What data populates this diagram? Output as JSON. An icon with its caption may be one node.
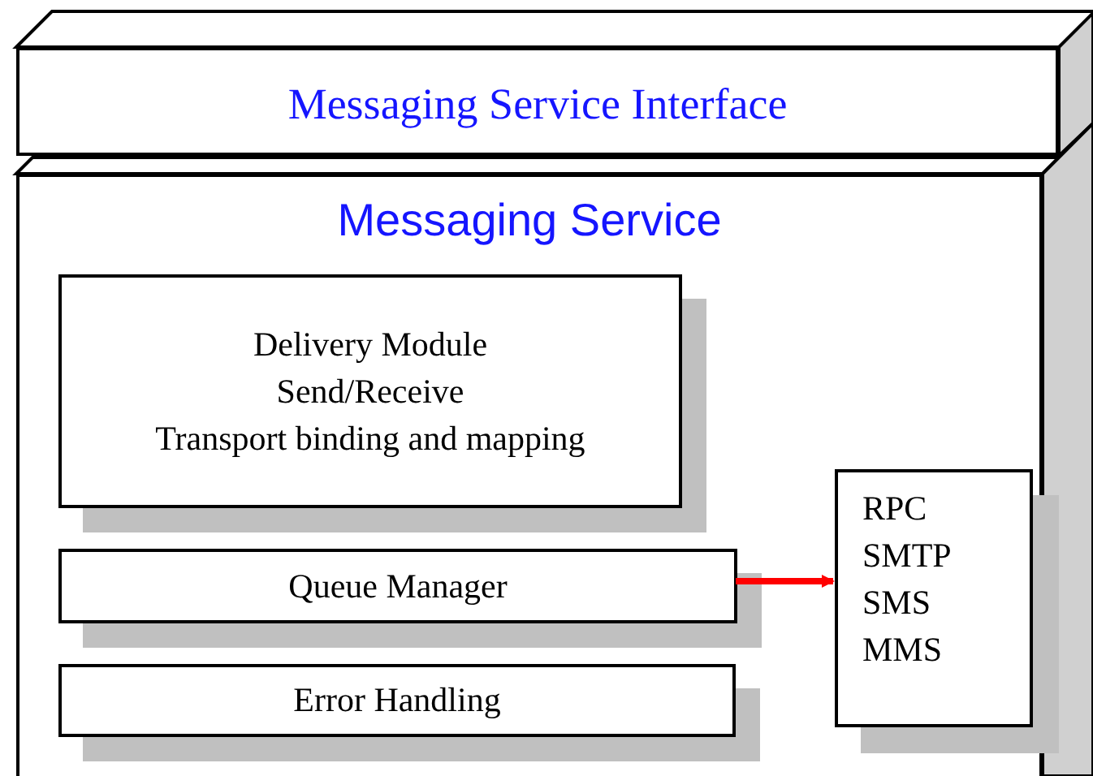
{
  "diagram": {
    "nodes": [
      {
        "text": [
          "Messaging Service Interface"
        ]
      },
      {
        "text": [
          "Messaging Service"
        ]
      },
      {
        "text": [
          "Delivery Module",
          "Send/Receive",
          "Transport binding and mapping"
        ],
        "in": 1
      },
      {
        "text": [
          "Queue Manager"
        ],
        "in": 1
      },
      {
        "text": [
          "Error Handling"
        ],
        "in": 1
      },
      {
        "text": [
          "RPC",
          "SMTP",
          "SMS",
          "MMS"
        ],
        "in": 1
      }
    ],
    "edges": [
      {
        "from": 3,
        "to": 5,
        "arrow": "to",
        "color": "#ff0000"
      }
    ]
  }
}
